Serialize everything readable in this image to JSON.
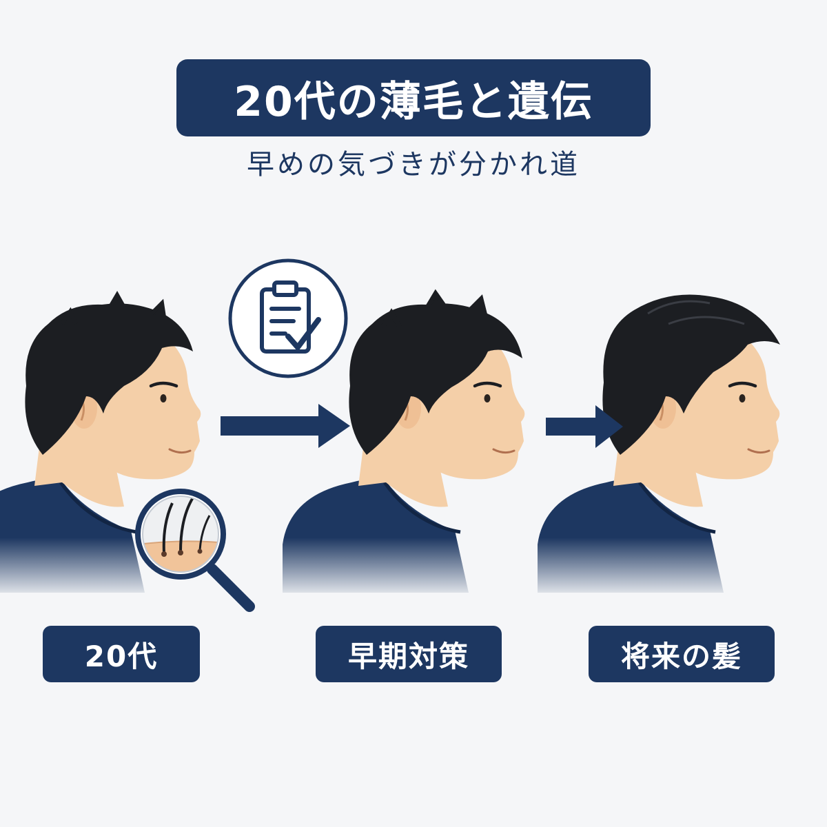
{
  "header": {
    "title": "20代の薄毛と遺伝",
    "subtitle": "早めの気づきが分かれ道"
  },
  "stages": [
    {
      "label": "20代"
    },
    {
      "label": "早期対策"
    },
    {
      "label": "将来の髪"
    }
  ],
  "icons": {
    "clipboard": "clipboard-check-icon",
    "magnifier": "magnifying-glass-icon",
    "arrow": "arrow-right-icon"
  },
  "colors": {
    "navy": "#1d3761",
    "background": "#f5f6f8",
    "hair": "#1c1e22",
    "skin": "#f4cfa8",
    "scalp": "#f1c49a"
  }
}
